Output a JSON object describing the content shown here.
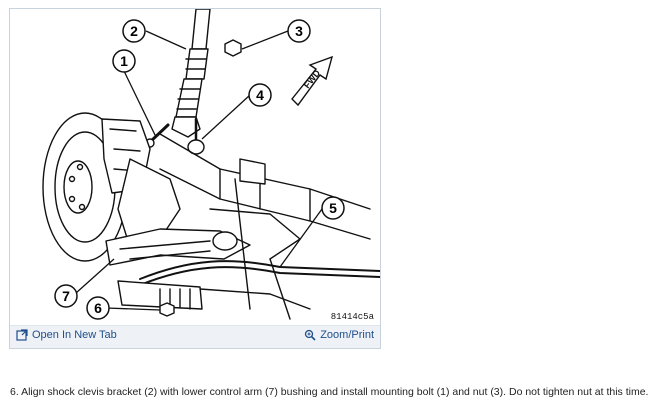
{
  "figure": {
    "code": "81414c5a",
    "callouts": [
      "1",
      "2",
      "3",
      "4",
      "5",
      "6",
      "7"
    ],
    "direction_label": "FWD"
  },
  "toolbar": {
    "open_new_tab_label": "Open In New Tab",
    "zoom_print_label": "Zoom/Print"
  },
  "instruction": {
    "text": "6. Align shock clevis bracket (2) with lower control arm (7) bushing and install mounting bolt (1) and nut (3). Do not tighten nut at this time."
  }
}
